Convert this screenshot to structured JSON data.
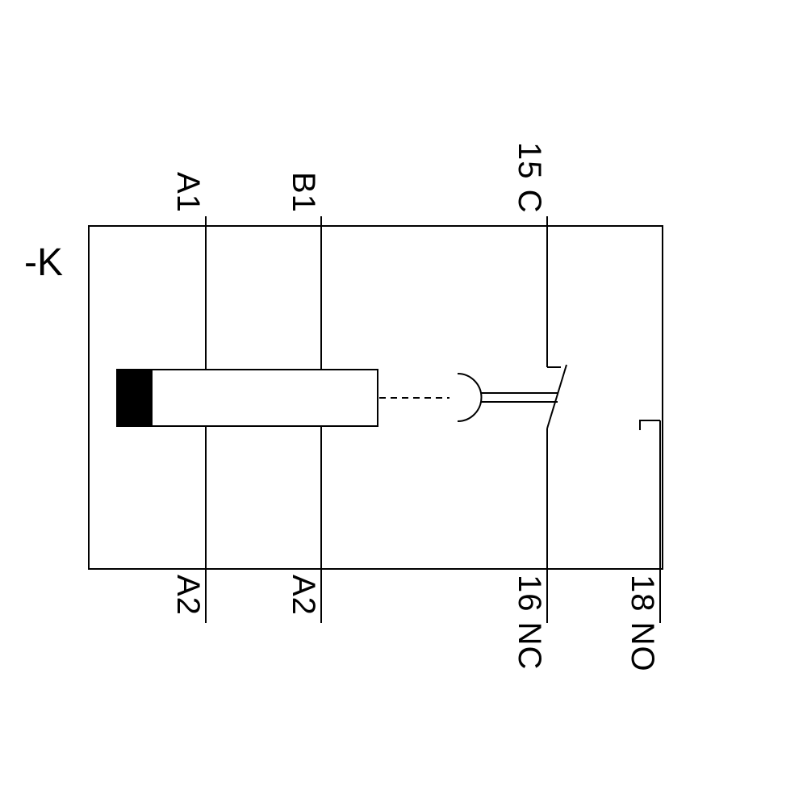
{
  "diagram": {
    "device_label": "-K",
    "terminals_top": [
      {
        "label": "A1"
      },
      {
        "label": "B1"
      },
      {
        "label": "15 C"
      }
    ],
    "terminals_bottom": [
      {
        "label": "A2"
      },
      {
        "label": "A2"
      },
      {
        "label": "16 NC"
      },
      {
        "label": "18 NO"
      }
    ],
    "components": {
      "coil": "relay-coil-symbol",
      "linkage": "mechanical-linkage",
      "actuator": "delay-actuator-arc",
      "contact": "changeover-contact"
    },
    "colors": {
      "line": "#000000",
      "background": "#ffffff"
    }
  }
}
